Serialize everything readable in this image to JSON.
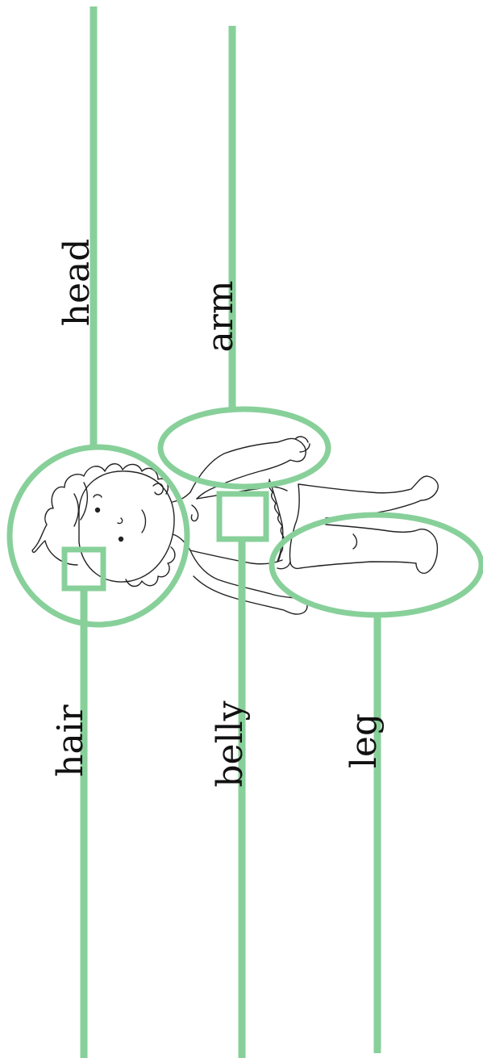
{
  "colors": {
    "accent": "#88d09a",
    "ink": "#111111"
  },
  "labels": {
    "head": "head",
    "arm": "arm",
    "hair": "hair",
    "belly": "belly",
    "leg": "leg"
  }
}
